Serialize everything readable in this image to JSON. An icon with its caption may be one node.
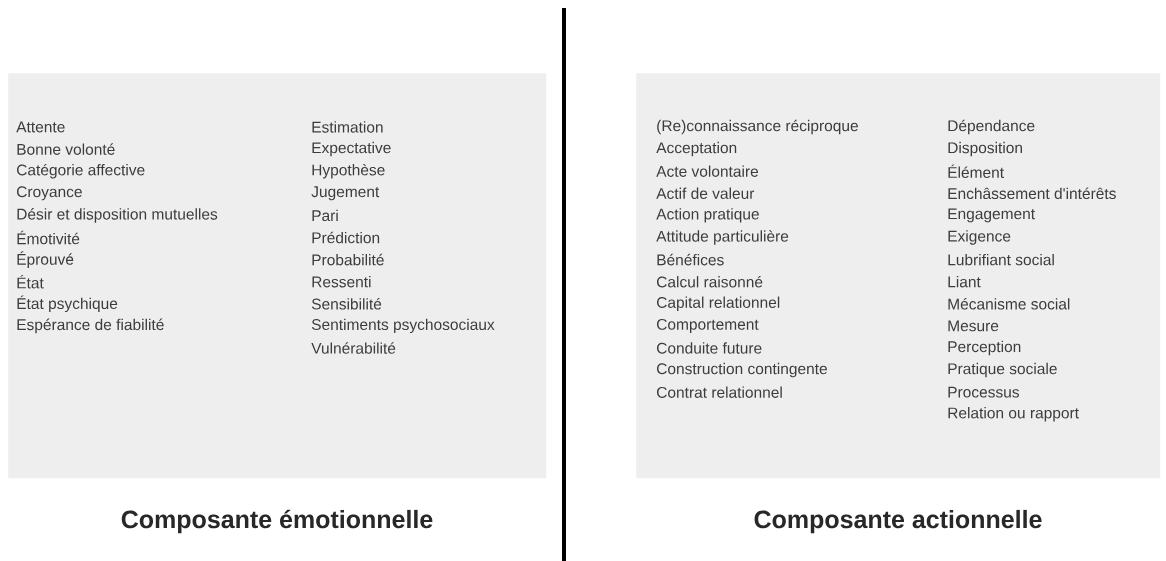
{
  "diagram": {
    "nodes": [
      {
        "text": [
          "Attente",
          "Bonne volonté",
          "Catégorie affective",
          "Croyance",
          "Désir et disposition mutuelles",
          "Émotivité",
          "Éprouvé",
          "État",
          "État psychique",
          "Espérance de fiabilité",
          "Estimation",
          "Expectative",
          "Hypothèse",
          "Jugement",
          "Pari",
          "Prédiction",
          "Probabilité",
          "Ressenti",
          "Sensibilité",
          "Sentiments psychosociaux",
          "Vulnérabilité",
          "Composante émotionnelle"
        ]
      },
      {
        "text": [
          "(Re)connaissance réciproque",
          "Acceptation",
          "Acte volontaire",
          "Actif de valeur",
          "Action pratique",
          "Attitude particulière",
          "Bénéfices",
          "Calcul raisonné",
          "Capital relationnel",
          "Comportement",
          "Conduite future",
          "Construction contingente",
          "Contrat relationnel",
          "Dépendance",
          "Disposition",
          "Élément",
          "Enchâssement d'intérêts",
          "Engagement",
          "Exigence",
          "Lubrifiant social",
          "Liant",
          "Mécanisme social",
          "Mesure",
          "Perception",
          "Pratique sociale",
          "Processus",
          "Relation ou rapport",
          "Composante actionnelle"
        ]
      }
    ]
  }
}
